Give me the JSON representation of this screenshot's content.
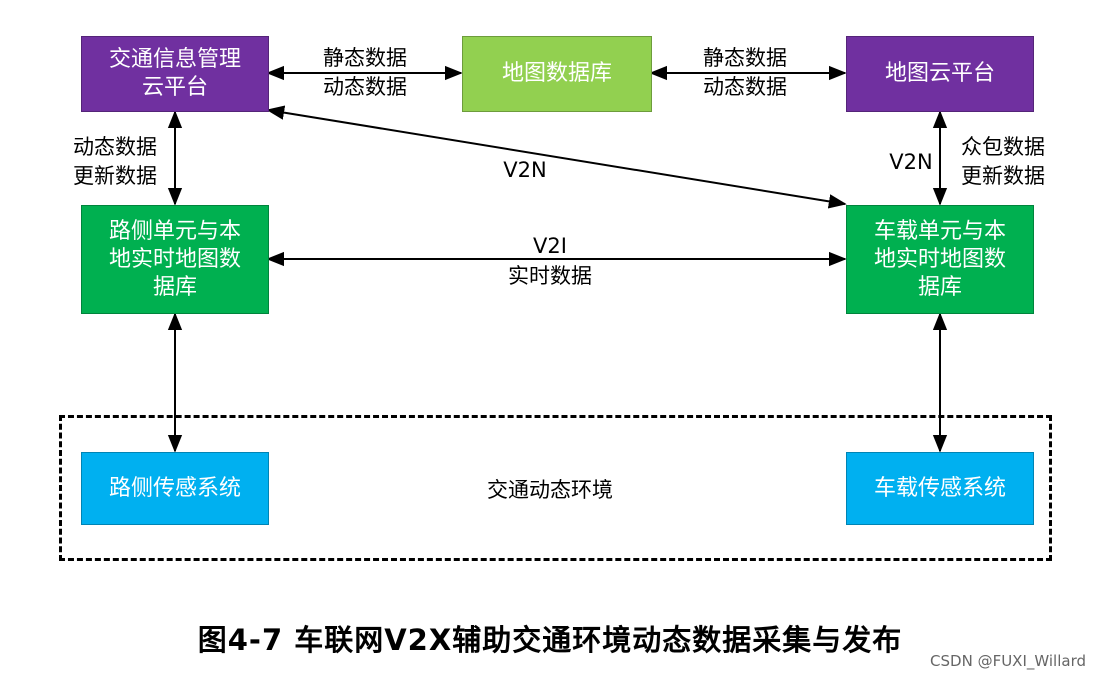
{
  "colors": {
    "purple": "#7030a0",
    "light_green": "#92d050",
    "green": "#00b050",
    "blue": "#00b0f0",
    "arrow": "#000000"
  },
  "nodes": {
    "traffic_cloud": "交通信息管理\n云平台",
    "map_db": "地图数据库",
    "map_cloud": "地图云平台",
    "roadside_unit": "路侧单元与本\n地实时地图数\n据库",
    "vehicle_unit": "车载单元与本\n地实时地图数\n据库",
    "roadside_sensor": "路侧传感系统",
    "vehicle_sensor": "车载传感系统"
  },
  "edge_labels": {
    "cloud_to_db": "静态数据\n动态数据",
    "db_to_mapcloud": "静态数据\n动态数据",
    "cloud_to_rsu": "动态数据\n更新数据",
    "v2n_diagonal": "V2N",
    "v2n_right": "V2N",
    "crowd_update": "众包数据\n更新数据",
    "v2i": "V2I",
    "realtime": "实时数据"
  },
  "region_label": "交通动态环境",
  "caption": "图4-7 车联网V2X辅助交通环境动态数据采集与发布",
  "watermark": "CSDN @FUXI_Willard"
}
